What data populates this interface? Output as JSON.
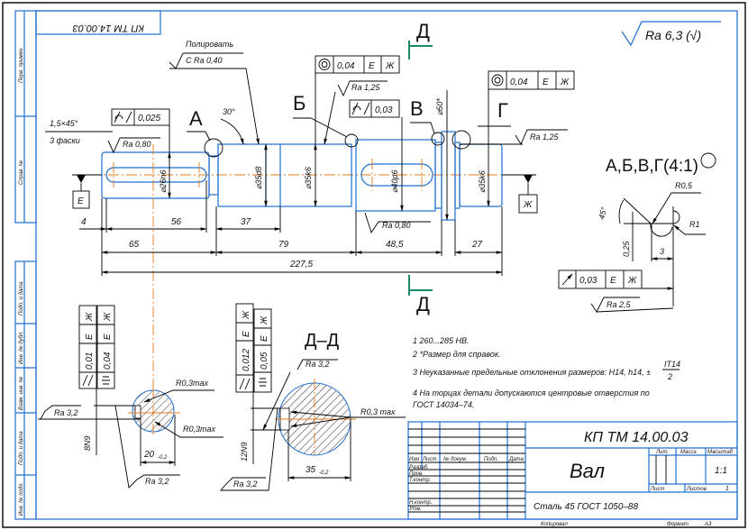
{
  "stamp_rotated": "КП ТМ 14.00.03",
  "side_strip": [
    "Перв. примен.",
    "Справ. №",
    "Подп. и дата",
    "Инв. № дубл.",
    "Взам. инв. №",
    "Подп. и дата",
    "Инв. № подл."
  ],
  "roughness_general": "Ra 6,3 (√)",
  "polish": {
    "label": "Полировать",
    "ra": "C Ra 0,40"
  },
  "chamfer": {
    "size": "1,5×45°",
    "count": "3 фаски"
  },
  "views": {
    "a": "А",
    "b": "Б",
    "v": "В",
    "g": "Г",
    "section_top": "Д",
    "section_bottom": "Д",
    "section_title": "Д–Д",
    "detail_title": "А,Б,В,Г(4:1)"
  },
  "diameters": {
    "d26": "⌀26n6",
    "d35d8": "⌀35d8",
    "d35k6a": "⌀35k6",
    "d40": "⌀40p6",
    "d50": "⌀50*",
    "d35k6b": "⌀35k6"
  },
  "angle_30": "30°",
  "dims": {
    "d4": "4",
    "d56": "56",
    "d37": "37",
    "d65": "65",
    "d79": "79",
    "d48": "48,5",
    "d27": "27",
    "d227": "227,5"
  },
  "roughness": {
    "r080a": "Ra 0,80",
    "r125a": "Ra 1,25",
    "r125b": "Ra 1,25",
    "r080b": "Ra 0,80",
    "r25": "Ra 2,5",
    "r32a": "Ra 3,2",
    "r32b": "Ra 3,2",
    "r32c": "Ra 3,2",
    "r32d": "Ra 3,2"
  },
  "datums": {
    "e": "Е",
    "zh": "Ж"
  },
  "tolerance_frames": {
    "cyl_a": {
      "value": "0,025"
    },
    "conc_b": {
      "value": "0,04",
      "d1": "Е",
      "d2": "Ж"
    },
    "cyl_b": {
      "value": "0,03"
    },
    "conc_g": {
      "value": "0,04",
      "d1": "Е",
      "d2": "Ж"
    },
    "runout": {
      "value": "0,03",
      "d1": "Е",
      "d2": "Ж"
    }
  },
  "detail": {
    "r05": "R0,5",
    "r1": "R1",
    "a45": "45°",
    "h025": "0,25",
    "w3": "3"
  },
  "sections": {
    "left": {
      "width": "8N9",
      "depth": "20",
      "depth_tol": "-0,2",
      "r_top": "R0,3max",
      "r_bottom": "R0,3max",
      "par": {
        "value": "0,01",
        "d1": "Е",
        "d2": "Ж"
      },
      "sym": {
        "value": "0,04",
        "d1": "Е",
        "d2": "Ж"
      }
    },
    "right": {
      "width": "12N9",
      "depth": "35",
      "depth_tol": "-0,2",
      "r": "R0,3 max",
      "par": {
        "value": "0,012",
        "d1": "Е",
        "d2": "Ж"
      },
      "sym": {
        "value": "0,05",
        "d1": "Е",
        "d2": "Ж"
      }
    }
  },
  "notes": [
    "1 260...285 HB.",
    "2 *Размер для справок.",
    "3 Неуказанные предельные отклонения размеров: H14, h14, ±",
    "4 На торцах детали допускаются центровые отверстия по",
    "ГОСТ 14034–74."
  ],
  "note3_fraction": {
    "num": "IT14",
    "den": "2"
  },
  "title_block": {
    "designation": "КП ТМ 14.00.03",
    "name": "Вал",
    "material": "Сталь 45 ГОСТ 1050–88",
    "headers": [
      "Изм",
      "Лист",
      "№ докум.",
      "Подп.",
      "Дата"
    ],
    "roles": [
      "Разраб.",
      "Пров.",
      "Т.контр.",
      "Н.контр.",
      "Утв."
    ],
    "lit": "Лит.",
    "mass": "Масса",
    "scale_label": "Масштаб",
    "scale": "1:1",
    "sheet": "Лист",
    "sheets": "Листов",
    "sheets_count": "1",
    "copied": "Копировал",
    "format": "Формат",
    "format_value": "A3"
  }
}
